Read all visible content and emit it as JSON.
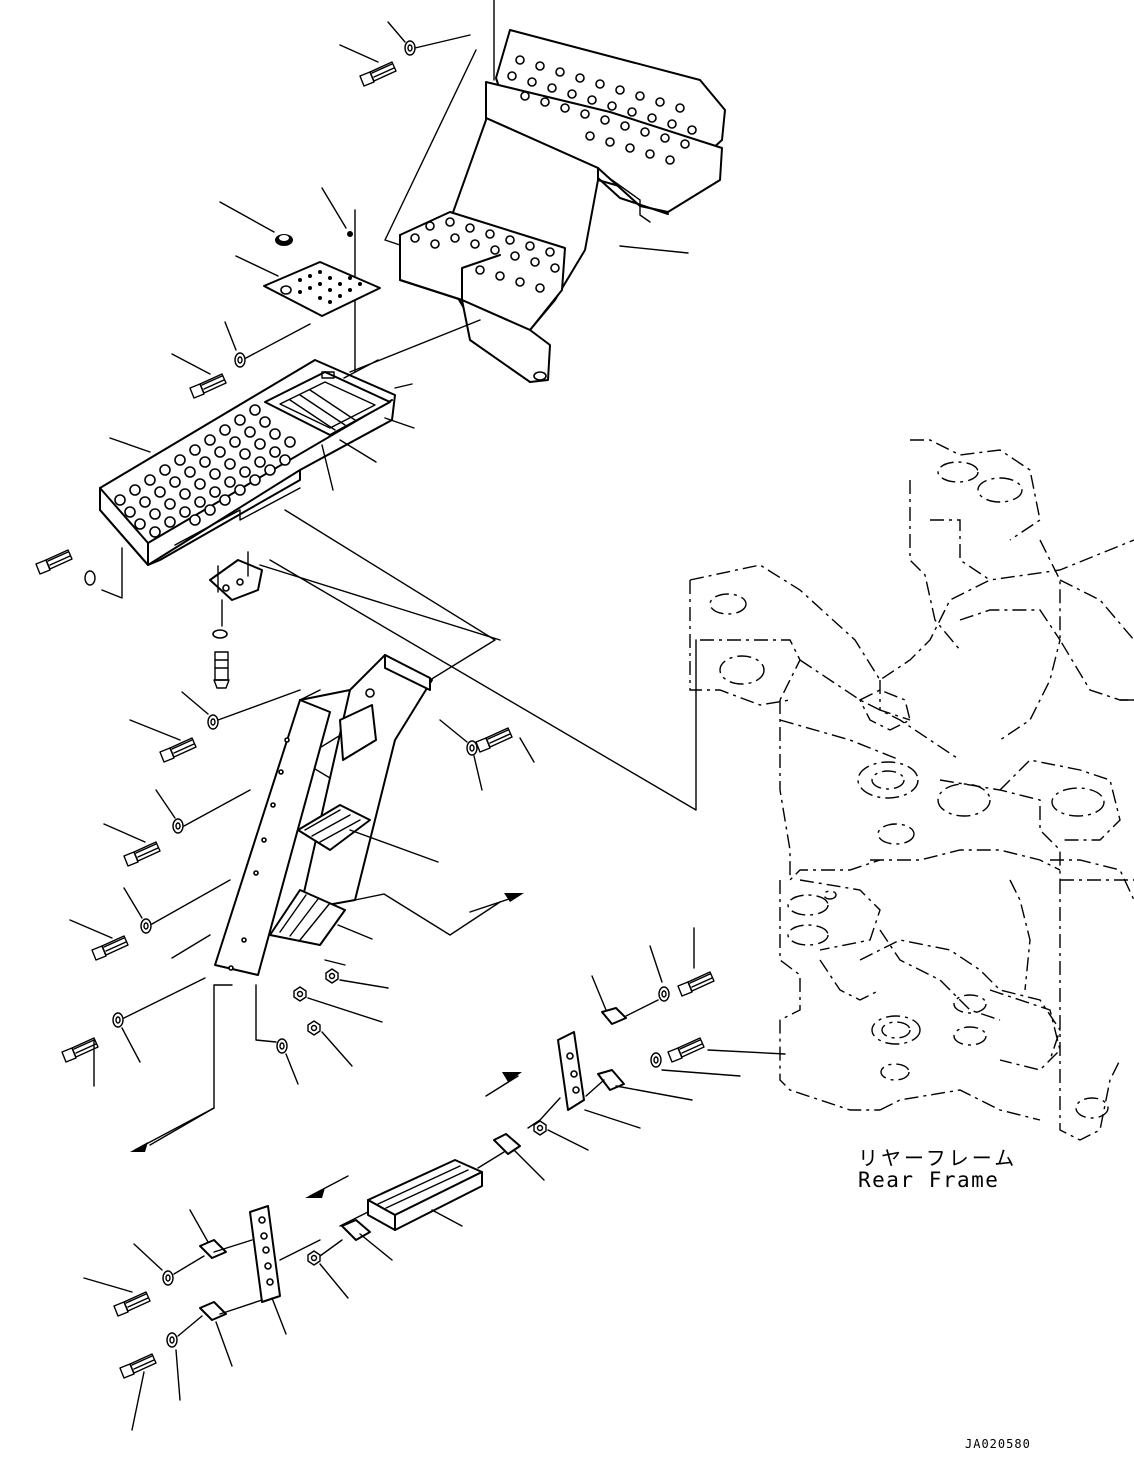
{
  "diagram": {
    "frame_label_japanese": "リヤーフレーム",
    "frame_label_english": "Rear Frame",
    "drawing_number": "JA020580"
  },
  "icons": [
    "bolt-icon",
    "washer-icon",
    "nut-icon",
    "direction-arrow-icon"
  ]
}
